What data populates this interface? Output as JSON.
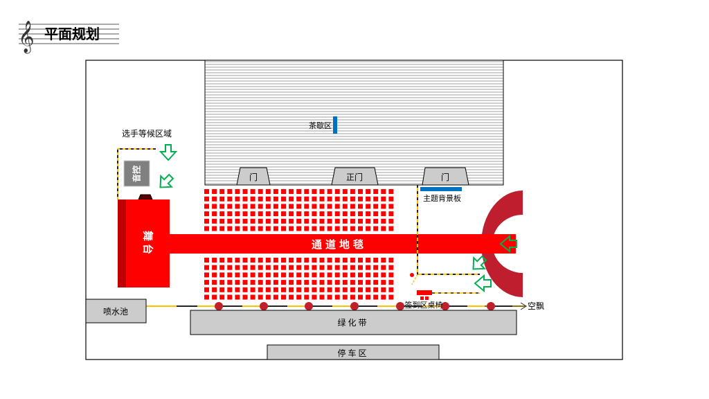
{
  "header": {
    "title": "平面规划",
    "logo_icon": "treble-clef-icon"
  },
  "plan": {
    "tea_break": "茶歇区",
    "doors": [
      "门",
      "正门",
      "门"
    ],
    "backdrop": "主题背景板",
    "waiting_area": "选手等候区域",
    "audio_control": "音控",
    "stage": "舞台",
    "carpet": "通道地毯",
    "sign_in": "签到区桌椅",
    "balloon": "空飘",
    "fountain": "喷水池",
    "green_belt": "绿化带",
    "parking": "停车区"
  },
  "colors": {
    "stage_red": "#FF0000",
    "stage_dark": "#C00000",
    "arch": "#BE1E2D",
    "balloon_dot": "#C0202A",
    "arrow_green": "#00B050",
    "backdrop_blue": "#0070C0",
    "path_yellow": "#FFC000",
    "box_gray": "#CCCCCC"
  },
  "seating": {
    "front_rows": 6,
    "back_rows": 6,
    "columns": 25
  }
}
